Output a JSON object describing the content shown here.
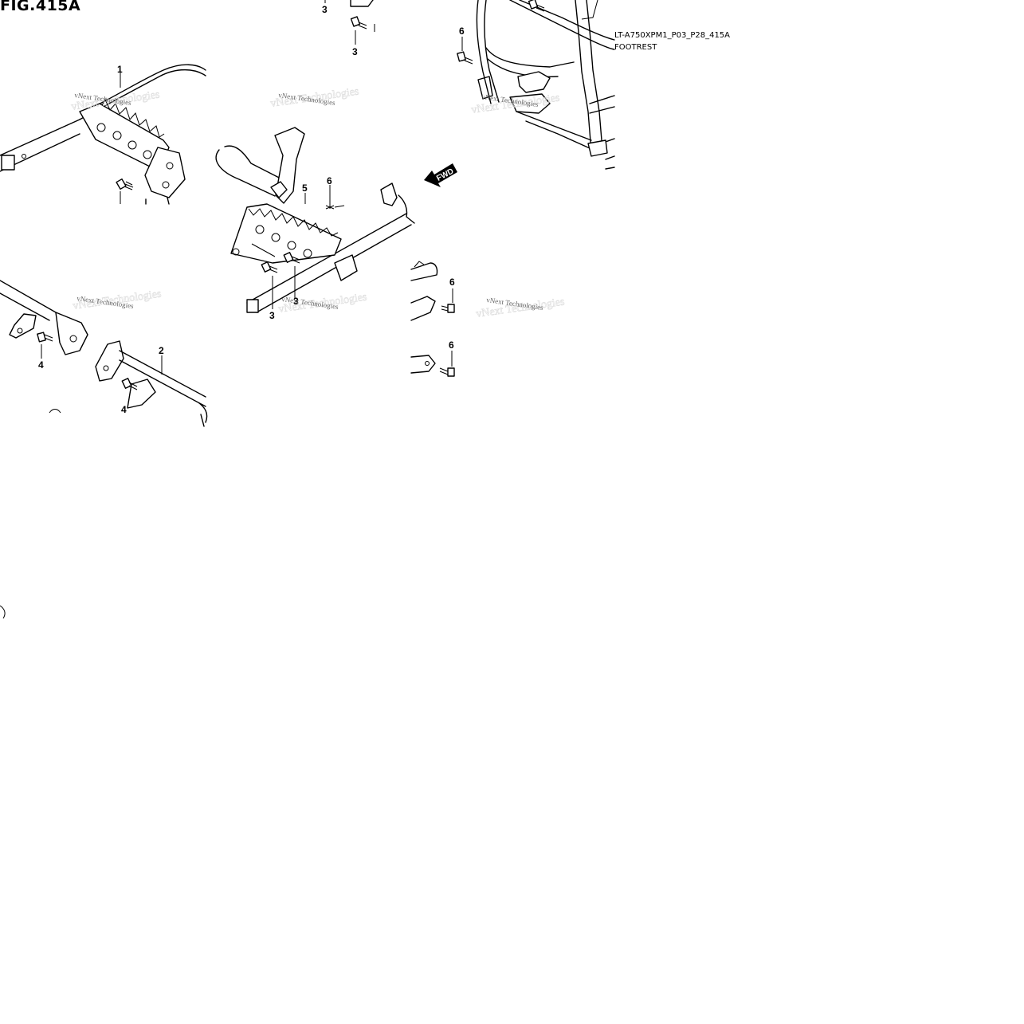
{
  "figure": {
    "title": "FIG.415A"
  },
  "reference": {
    "code": "LT-A750XPM1_P03_P28_415A",
    "name": "FOOTREST"
  },
  "direction_label": "FWD",
  "watermark": "vNext Technologies",
  "callouts": {
    "c1": "1",
    "c2": "2",
    "c3a": "3",
    "c3b": "3",
    "c3c": "3",
    "c3d": "3",
    "c4a": "4",
    "c4b": "4",
    "c5": "5",
    "c6a": "6",
    "c6b": "6",
    "c6c": "6",
    "c6d": "6"
  }
}
